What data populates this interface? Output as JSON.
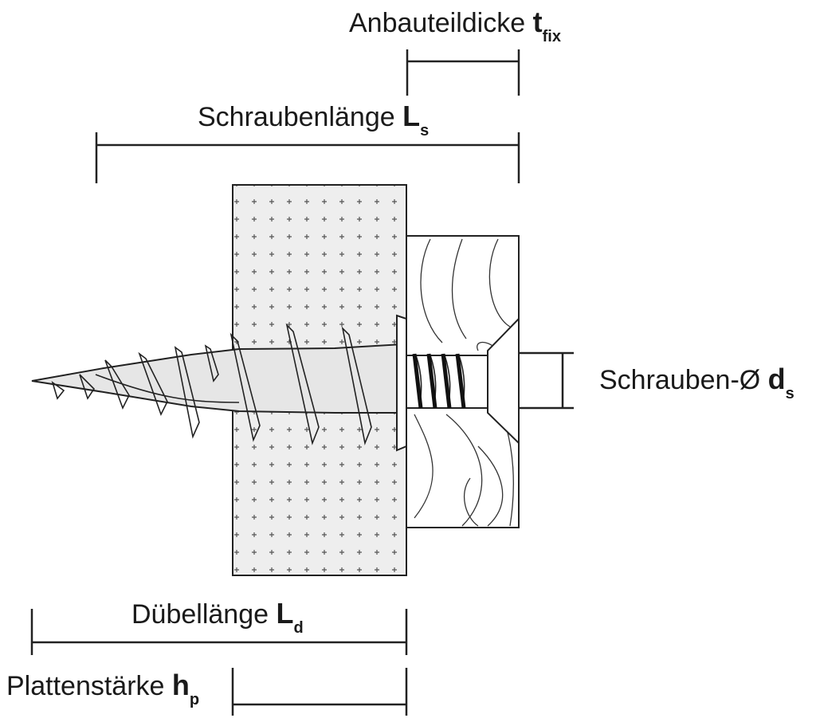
{
  "labels": {
    "t_fix": {
      "text": "Anbauteildicke ",
      "symbol": "t",
      "subscript": "fix"
    },
    "L_s": {
      "text": "Schraubenlänge ",
      "symbol": "L",
      "subscript": "s"
    },
    "d_s": {
      "text": "Schrauben-Ø ",
      "symbol": "d",
      "subscript": "s"
    },
    "L_d": {
      "text": "Dübellänge ",
      "symbol": "L",
      "subscript": "d"
    },
    "h_p": {
      "text": "Plattenstärke ",
      "symbol": "h",
      "subscript": "p"
    }
  },
  "colors": {
    "ink": "#1a1a1a",
    "board_fill": "#eeeeee",
    "screw_fill": "#e6e6e6",
    "wood_fill": "#ffffff"
  },
  "icons": [
    "screw-with-dowel",
    "insulation-board",
    "wooden-attachment-part"
  ]
}
